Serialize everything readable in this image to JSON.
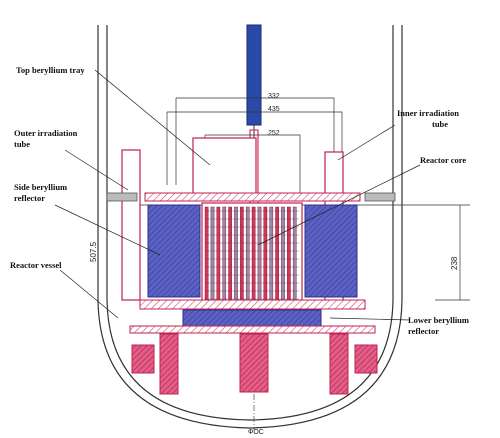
{
  "labels": {
    "top_beryllium_tray": "Top beryllium tray",
    "outer_irradiation_tube_1": "Outer irradiation",
    "outer_irradiation_tube_2": "tube",
    "side_beryllium_reflector_1": "Side beryllium",
    "side_beryllium_reflector_2": "reflector",
    "reactor_vessel": "Reactor vessel",
    "inner_irradiation_tube_1": "Inner irradiation",
    "inner_irradiation_tube_2": "tube",
    "reactor_core": "Reactor core",
    "lower_beryllium_reflector_1": "Lower beryllium",
    "lower_beryllium_reflector_2": "reflector"
  },
  "dimensions": {
    "d332": "332",
    "d435": "435",
    "d252": "252",
    "d5075": "507.5",
    "d238": "238",
    "d_bottom": "ФОС"
  },
  "colors": {
    "reflector_blue": "#4a50b8",
    "core_red": "#d4365a",
    "rod_blue": "#2a4aa8",
    "outline": "#333333"
  }
}
